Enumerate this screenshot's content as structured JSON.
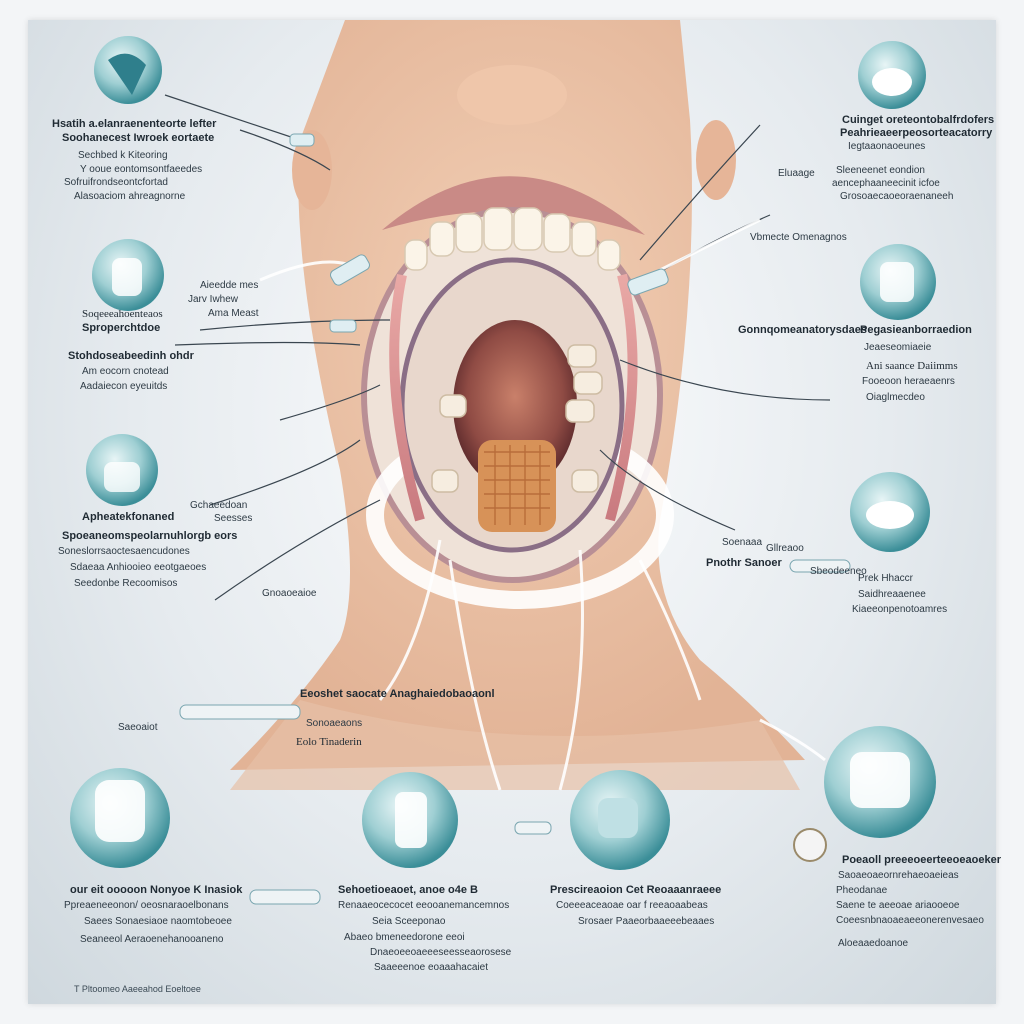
{
  "labels": {
    "tl": [
      "Hsatih a.elanraenenteorte lefter",
      "Soohanecest Iwroek eortaete",
      "Sechbed k Kiteoring",
      "Y ooue eontomsontfaeedes",
      "Sofruifrondseontcfortad",
      "Alasoaciom ahreagnorne"
    ],
    "tr": [
      "Cuinget oreteontobalfrdofers",
      "Peahrieaeerpeosorteacatorry",
      "Iegtaaonaoeunes",
      "Sleeneenet eondion",
      "aencephaaneecinit icfoe",
      "Grosoaecaoeoraenaneeh"
    ],
    "ml": [
      "Aieedde mes",
      "Jarv Iwhew",
      "Soqeeeahoenteaos",
      "Ama Meast",
      "Sproperchtdoe",
      "Stohdoseabeedinh ohdr",
      "Am eocorn cnotead",
      "Aadaiecon eyeuitds"
    ],
    "mr1": [
      "Eluaage",
      "Vbmecte Omenagnos"
    ],
    "mr2": [
      "Gonnqomeanatorysdaes",
      "Pegasieanborraedion",
      "Jeaeseomiaeie",
      "Ani saance Daiimms",
      "Fooeoon heraeaenrs",
      "Oiaglmecdeo"
    ],
    "ll": [
      "Gchaeedoan",
      "Seesses",
      "Apheatekfonaned",
      "Spoeaneomspeolarnuhlorgb eors",
      "Soneslorrsaoctesaencudones",
      "Sdaeaa Anhiooieo eeotgaeoes",
      "Seedonbe Recoomisos"
    ],
    "lr": [
      "Soenaaa",
      "Gllreaoo",
      "Pnothr Sanoer",
      "Sbeodeeneo",
      "Prek Hhaccr",
      "Saidhreaaenee",
      "Kiaeeonpenotoamres"
    ],
    "leftmid": "Gnoaoeaioe",
    "center": [
      "Eeoshet saocate Anaghaiedobaoaonl",
      "Saeoaiot",
      "Sonoaeaons",
      "Eolo Tinaderin"
    ],
    "b1": [
      "our eit ooooon Nonyoe K Inasiok",
      "Ppreaeneeonon/ oeosnaraoelbonans",
      "Saees Sonaesiaoe naomtobeoee",
      "Seaneeol Aeraoenehanooaneno"
    ],
    "b2": [
      "Sehoetioeaoet, anoe o4e B",
      "Renaaeocecocet eeooanemancemnos",
      "Seia Sceeponao",
      "Abaeo bmeneedorone eeoi",
      "Dnaeoeeoaeeeseesseaorosese",
      "Saaeeenoe eoaaahacaiet"
    ],
    "b3": [
      "Prescireaoion Cet Reoaaanraeee",
      "Coeeeaceaoae oar f reeaoaabeas",
      "Srosaer Paaeorbaaeeebeaaes"
    ],
    "b4": [
      "Poeaoll preeeoeerteeoeaoeker",
      "Saoaeoaeornrehaeoaeieas",
      "Pheodanae",
      "Saene te aeeoae ariaooeoe",
      "Coeesnbnaoaeaeeonerenvesaeo",
      "Aloeaaedoanoe"
    ],
    "footer": "T Pltoomeo Aaeeahod Eoeltoee"
  }
}
